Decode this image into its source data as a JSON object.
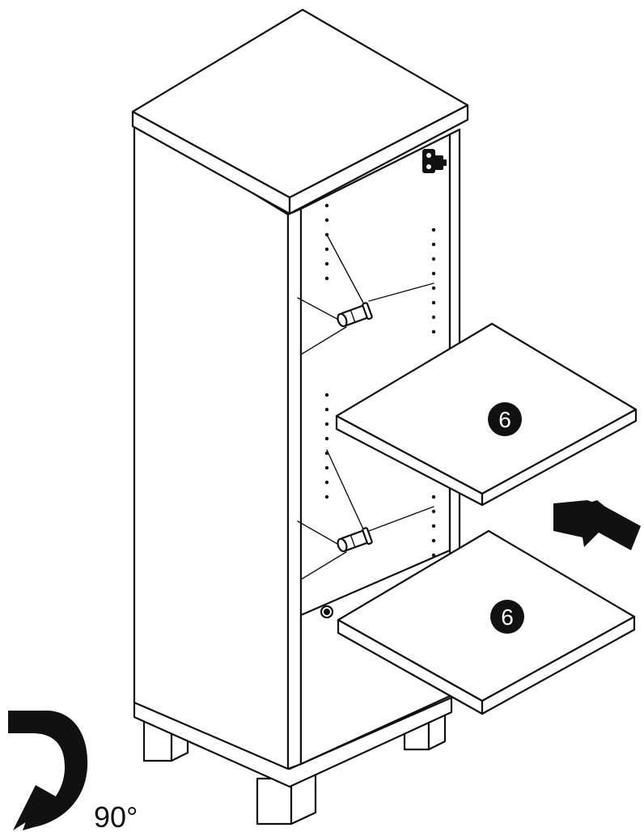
{
  "step": {
    "shelf_badges": [
      {
        "label": "6"
      },
      {
        "label": "6"
      }
    ],
    "rotation_label": "90°",
    "icons": {
      "insert_direction": "arrow-left-icon",
      "rotation": "rotate-90-icon",
      "hinge": "hinge-icon",
      "shelf_pin": "shelf-pin-icon"
    },
    "colors": {
      "line": "#111111",
      "fill": "#ffffff"
    }
  }
}
